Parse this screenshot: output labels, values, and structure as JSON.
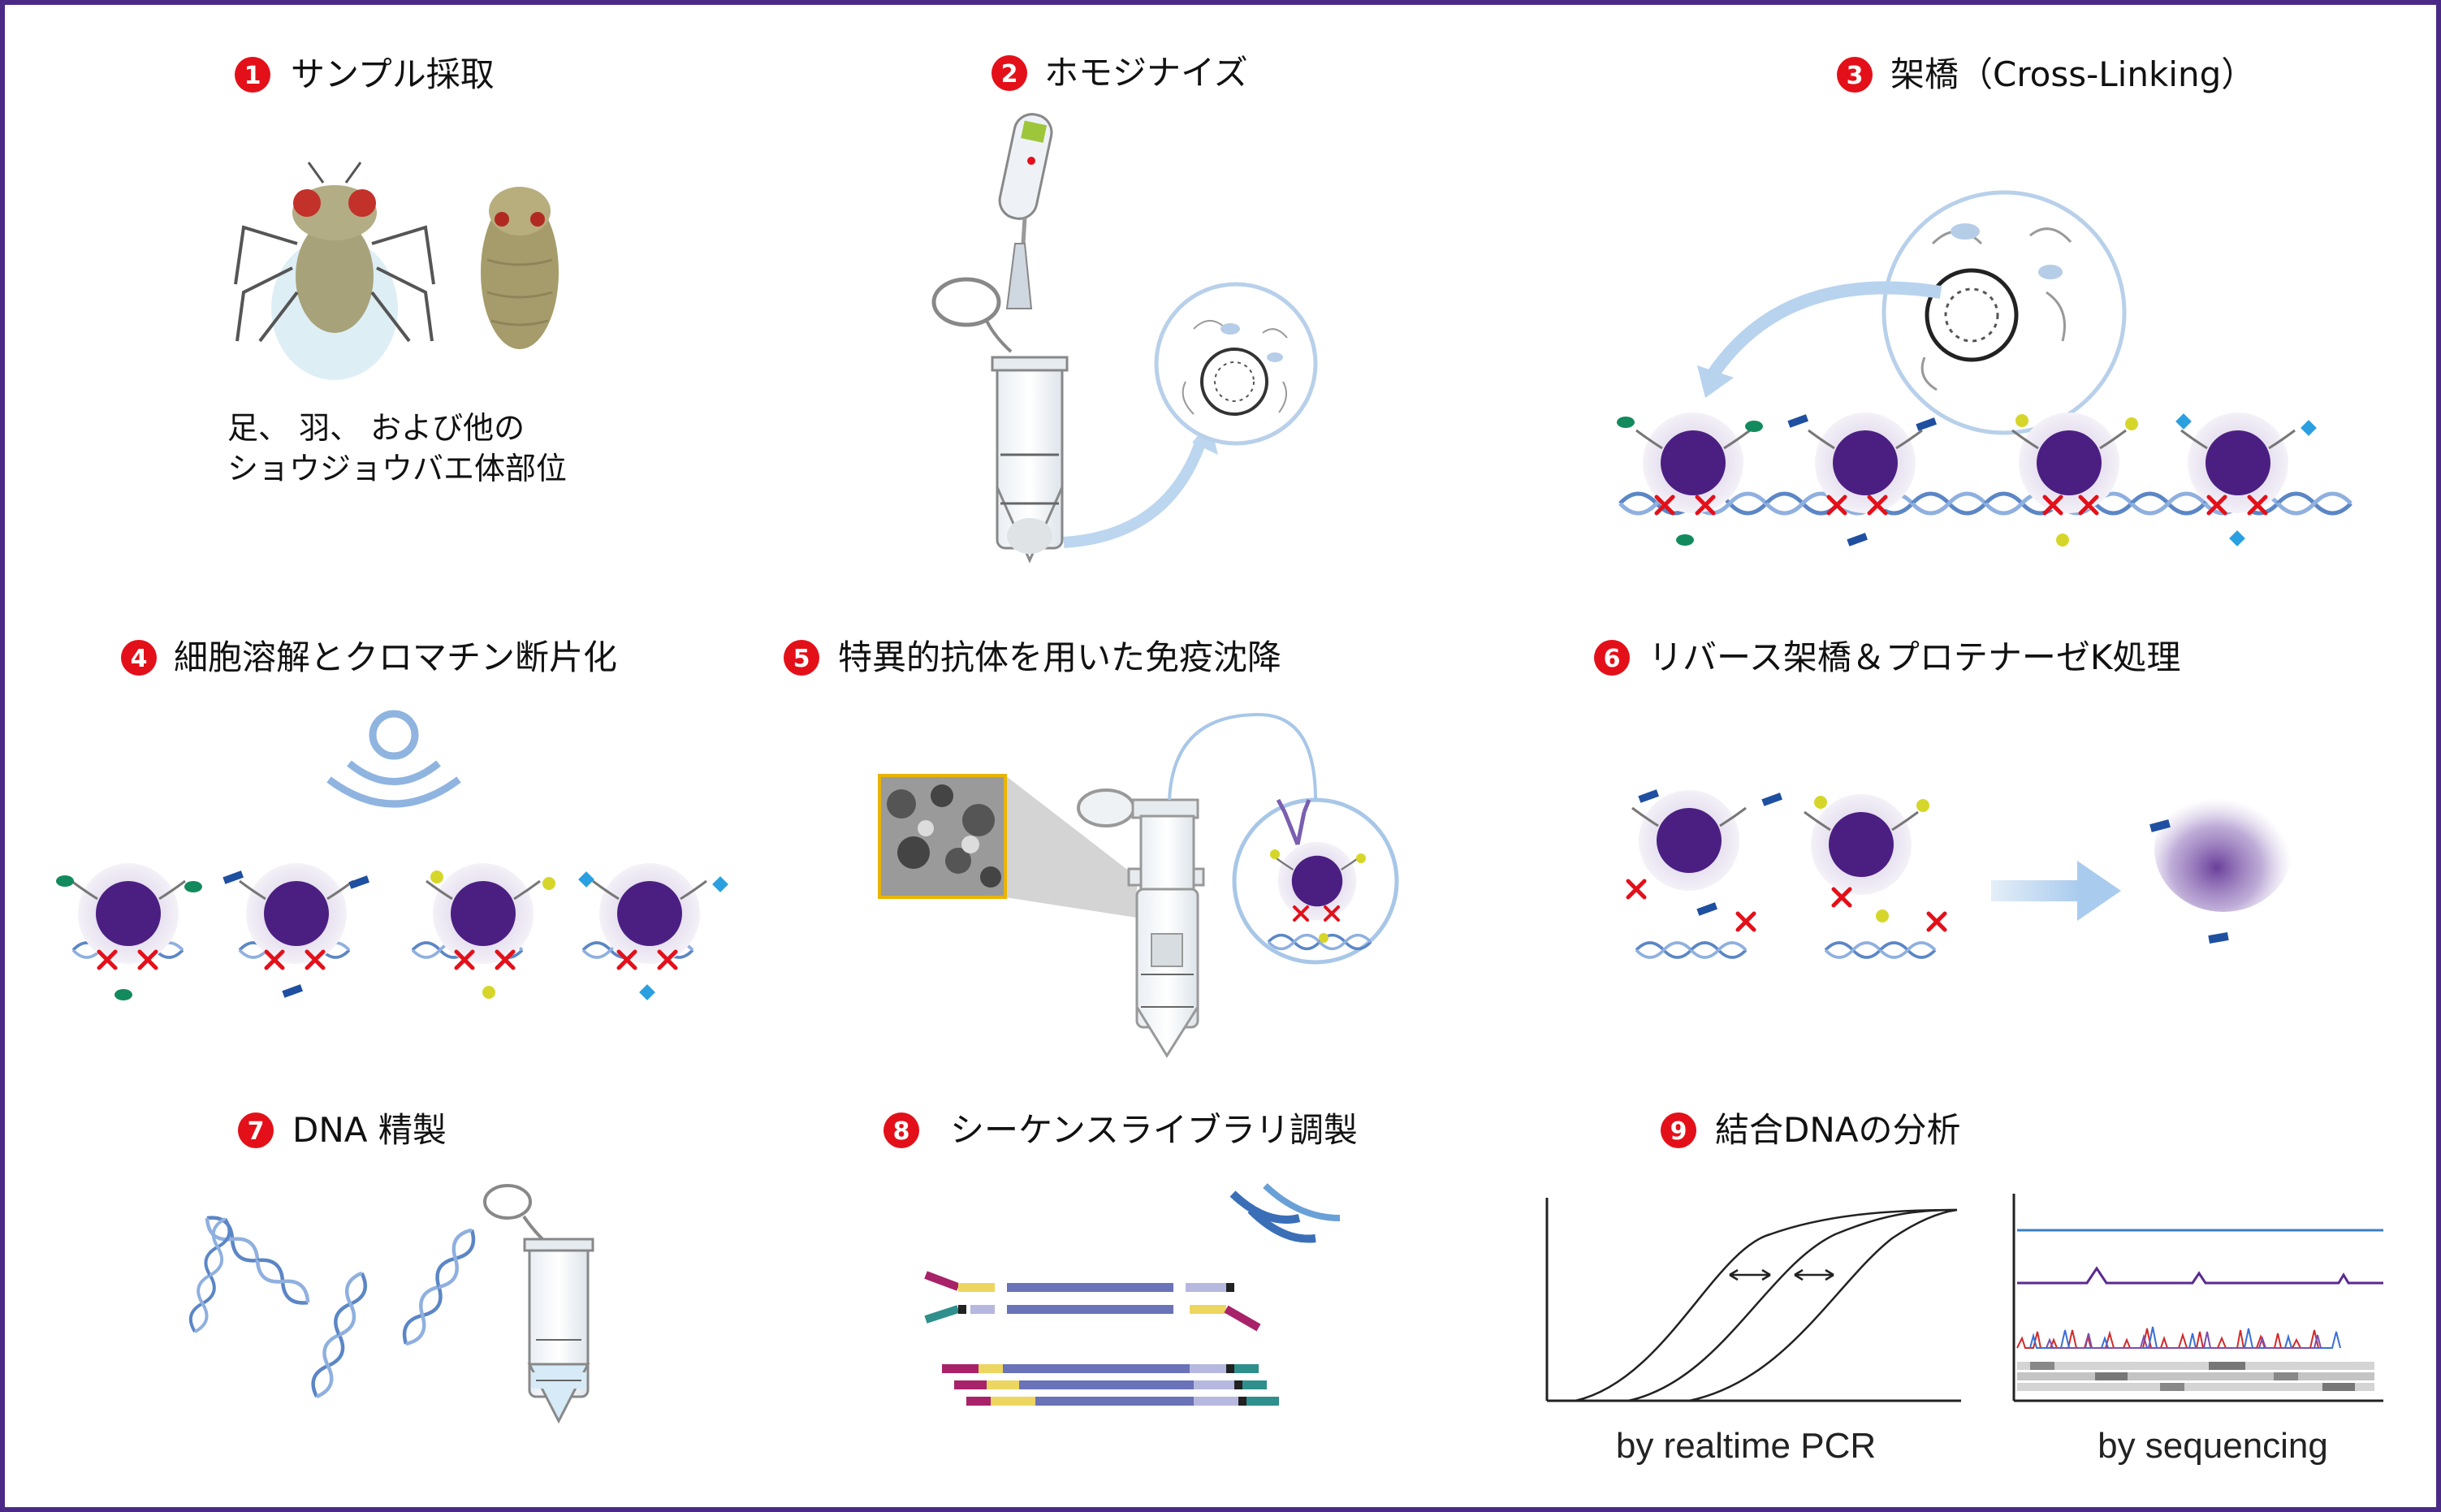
{
  "steps": [
    {
      "number": "1",
      "label": "サンプル採取"
    },
    {
      "number": "2",
      "label": "ホモジナイズ"
    },
    {
      "number": "3",
      "label": "架橋（Cross-Linking）"
    },
    {
      "number": "4",
      "label": "細胞溶解とクロマチン断片化"
    },
    {
      "number": "5",
      "label": "特異的抗体を用いた免疫沈降"
    },
    {
      "number": "6",
      "label": "リバース架橋＆プロテナーゼK処理"
    },
    {
      "number": "7",
      "label": "DNA 精製"
    },
    {
      "number": "8",
      "label": "シーケンスライブラリ調製"
    },
    {
      "number": "9",
      "label": "結合DNAの分析"
    }
  ],
  "sample_caption": {
    "line1": "足、 羽、 および他の",
    "line2": "ショウジョウバエ体部位"
  },
  "analysis": {
    "pcr_caption": "by realtime PCR",
    "seq_caption": "by sequencing"
  },
  "colors": {
    "frame": "#4a2a86",
    "badge": "#e3101a",
    "nucleosome": "#4b1f82",
    "nucleosome_halo": "#e6e0ef",
    "dna": "#5b86c6",
    "cross": "#e3101a",
    "arrow": "#b8d3ee",
    "tag_green": "#138a5e",
    "tag_navy": "#1f4fa0",
    "tag_yellow": "#d6d62a",
    "tag_cyan": "#2aa0e0"
  }
}
